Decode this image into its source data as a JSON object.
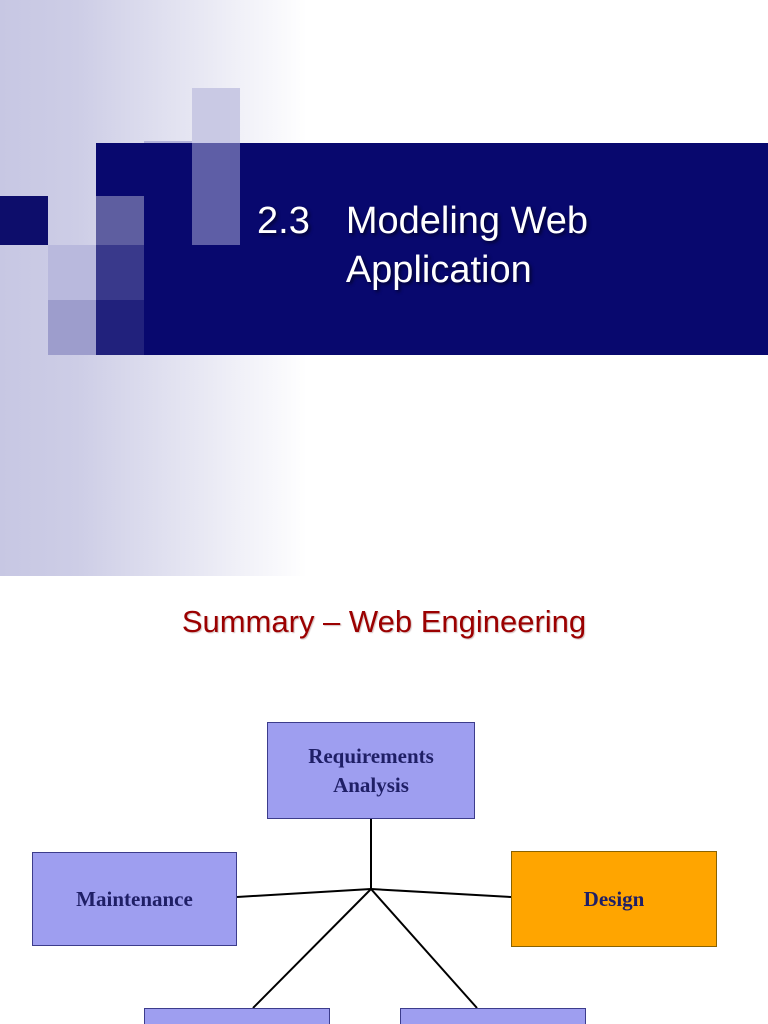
{
  "slide1": {
    "title_number": "2.3",
    "title_text": "Modeling Web Application"
  },
  "slide2": {
    "heading": "Summary – Web Engineering",
    "diagram": {
      "requirements_label": "Requirements Analysis",
      "maintenance_label": "Maintenance",
      "design_label": "Design"
    }
  },
  "colors": {
    "title_bar_navy": "#08086e",
    "heading_red": "#9b0000",
    "node_fill_purple": "#9e9ef0",
    "design_fill_orange": "#ffa500",
    "connector_black": "#000000"
  }
}
